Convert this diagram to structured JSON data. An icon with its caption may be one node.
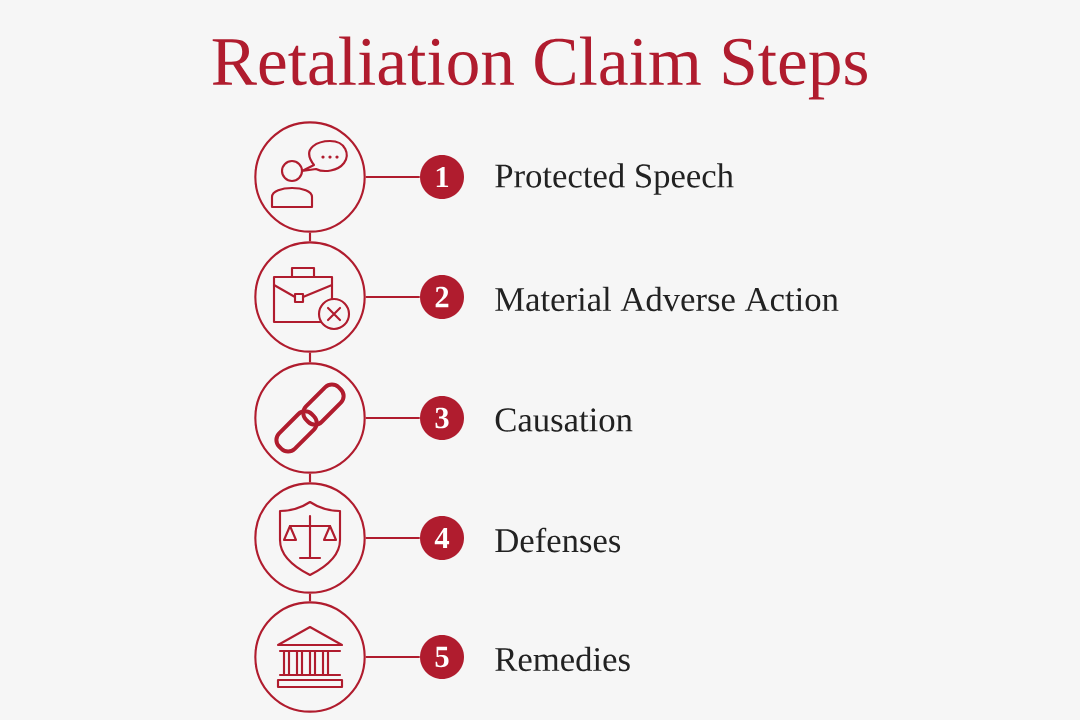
{
  "diagram": {
    "title": "Retaliation Claim Steps",
    "nodes": [
      {
        "text": [],
        "shape": "circle"
      },
      {
        "text": [
          "1"
        ],
        "beside": [
          "Protected Speech"
        ]
      },
      {
        "text": [],
        "shape": "circle"
      },
      {
        "text": [
          "2"
        ],
        "beside": [
          "Material Adverse Action"
        ]
      },
      {
        "text": [],
        "shape": "circle"
      },
      {
        "text": [
          "3"
        ],
        "beside": [
          "Causation"
        ]
      },
      {
        "text": [],
        "shape": "circle"
      },
      {
        "text": [
          "4"
        ],
        "beside": [
          "Defenses"
        ]
      },
      {
        "text": [],
        "shape": "circle"
      },
      {
        "text": [
          "5"
        ],
        "beside": [
          "Remedies"
        ]
      }
    ],
    "edges": [
      {
        "from": 0,
        "to": 1,
        "arrow": "none"
      },
      {
        "from": 0,
        "to": 2,
        "arrow": "none"
      },
      {
        "from": 2,
        "to": 3,
        "arrow": "none"
      },
      {
        "from": 2,
        "to": 4,
        "arrow": "none"
      },
      {
        "from": 4,
        "to": 5,
        "arrow": "none"
      },
      {
        "from": 4,
        "to": 6,
        "arrow": "none"
      },
      {
        "from": 6,
        "to": 7,
        "arrow": "none"
      },
      {
        "from": 6,
        "to": 8,
        "arrow": "none"
      },
      {
        "from": 8,
        "to": 9,
        "arrow": "none"
      }
    ]
  }
}
